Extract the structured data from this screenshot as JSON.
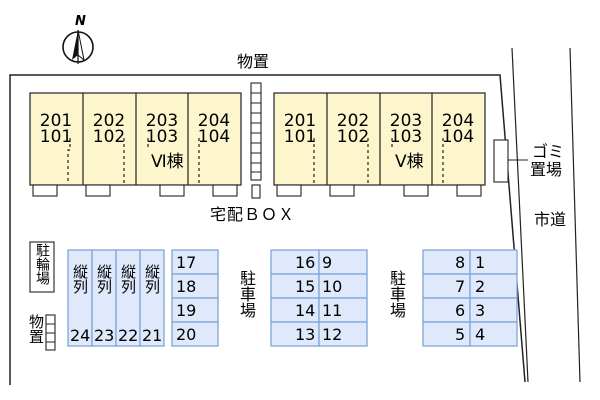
{
  "map": {
    "north_label": "N",
    "buildings": [
      {
        "name": "Ⅵ棟",
        "units_top": [
          "201",
          "202",
          "203",
          "204"
        ],
        "units_bottom": [
          "101",
          "102",
          "103",
          "104"
        ]
      },
      {
        "name": "Ⅴ棟",
        "units_top": [
          "201",
          "202",
          "203",
          "204"
        ],
        "units_bottom": [
          "101",
          "102",
          "103",
          "104"
        ]
      }
    ],
    "storage_label": "物置",
    "delivery_box_label": "宅配ＢＯＸ",
    "trash_label_line1": "ゴミ",
    "trash_label_line2": "置場",
    "road_label": "市道",
    "bicycle_parking_label": "駐輪場",
    "bottom_storage_label": "物置",
    "parking_label": "駐車場",
    "tandem_label": "縦列",
    "tandem_spaces": [
      "24",
      "23",
      "22",
      "21"
    ],
    "lot_a": [
      "17",
      "18",
      "19",
      "20"
    ],
    "lot_b": [
      [
        "16",
        "9"
      ],
      [
        "15",
        "10"
      ],
      [
        "14",
        "11"
      ],
      [
        "13",
        "12"
      ]
    ],
    "lot_c": [
      [
        "8",
        "1"
      ],
      [
        "7",
        "2"
      ],
      [
        "6",
        "3"
      ],
      [
        "5",
        "4"
      ]
    ],
    "colors": {
      "building_fill": "#fdf6cc",
      "parking_fill": "#dfe9fb",
      "parking_stroke": "#7ea6da"
    }
  }
}
